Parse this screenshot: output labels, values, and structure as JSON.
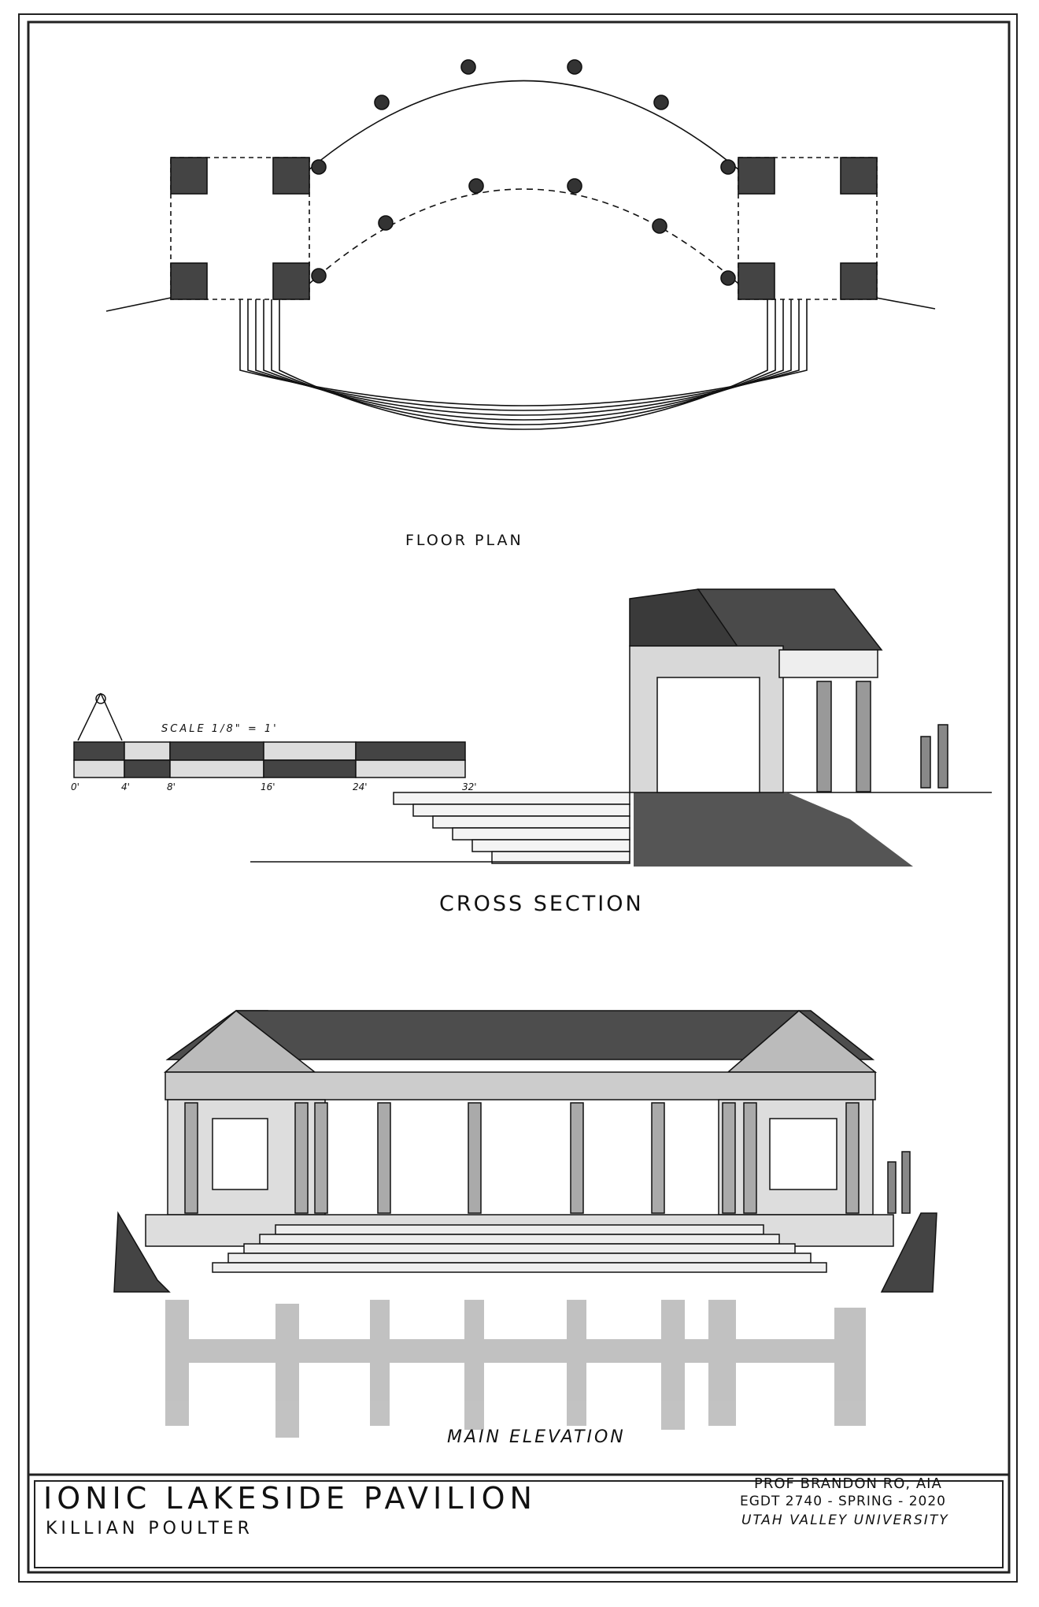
{
  "sheet": {
    "views": {
      "floor_plan": "FLOOR PLAN",
      "cross_section": "CROSS SECTION",
      "main_elevation": "MAIN ELEVATION"
    },
    "scale": {
      "label": "SCALE 1/8\" = 1'",
      "ticks": [
        "0'",
        "4'",
        "8'",
        "16'",
        "24'",
        "32'"
      ]
    },
    "title_block": {
      "project_title": "IONIC LAKESIDE PAVILION",
      "author": "KILLIAN POULTER",
      "instructor": "PROF BRANDON RO, AIA",
      "course": "EGDT 2740 - SPRING - 2020",
      "school": "UTAH VALLEY UNIVERSITY"
    }
  }
}
